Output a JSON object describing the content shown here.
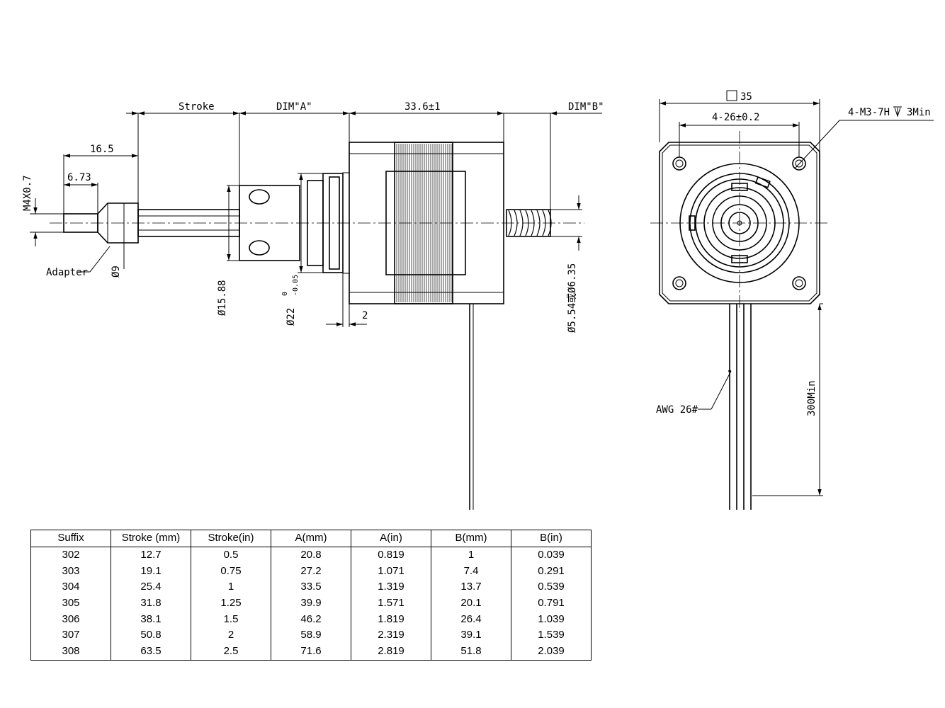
{
  "labels": {
    "stroke": "Stroke",
    "dim_a": "DIM\"A\"",
    "body_len": "33.6±1",
    "dim_b": "DIM\"B\"",
    "d16_5": "16.5",
    "d6_73": "6.73",
    "thread": "M4X0.7",
    "adapter": "Adapter",
    "dia9": "Ø9",
    "dia15_88": "Ø15.88",
    "dia22": "Ø22",
    "tol_top": "0",
    "tol_bot": "-0.05",
    "d2": "2",
    "dia_screw": "Ø5.54或Ø6.35",
    "sq35": "35",
    "hole_spacing": "4-26±0.2",
    "holes": "4-M3-7H",
    "depth": "3Min",
    "awg": "AWG 26#",
    "lead_len": "300Min"
  },
  "table": {
    "headers": [
      "Suffix",
      "Stroke (mm)",
      "Stroke(in)",
      "A(mm)",
      "A(in)",
      "B(mm)",
      "B(in)"
    ],
    "rows": [
      [
        "302",
        "12.7",
        "0.5",
        "20.8",
        "0.819",
        "1",
        "0.039"
      ],
      [
        "303",
        "19.1",
        "0.75",
        "27.2",
        "1.071",
        "7.4",
        "0.291"
      ],
      [
        "304",
        "25.4",
        "1",
        "33.5",
        "1.319",
        "13.7",
        "0.539"
      ],
      [
        "305",
        "31.8",
        "1.25",
        "39.9",
        "1.571",
        "20.1",
        "0.791"
      ],
      [
        "306",
        "38.1",
        "1.5",
        "46.2",
        "1.819",
        "26.4",
        "1.039"
      ],
      [
        "307",
        "50.8",
        "2",
        "58.9",
        "2.319",
        "39.1",
        "1.539"
      ],
      [
        "308",
        "63.5",
        "2.5",
        "71.6",
        "2.819",
        "51.8",
        "2.039"
      ]
    ]
  }
}
